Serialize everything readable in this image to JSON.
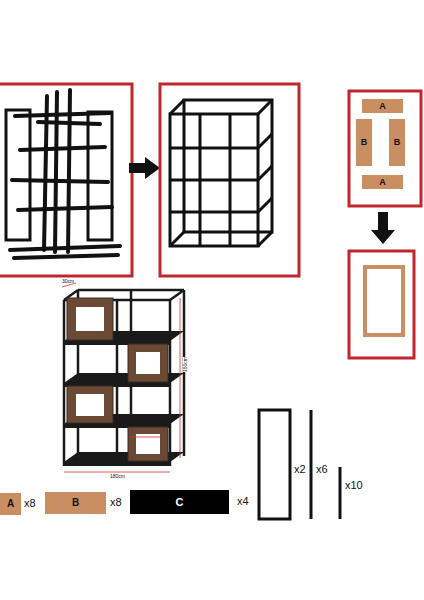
{
  "diagram": {
    "nodes": [
      {
        "text": [
          "A"
        ]
      },
      {
        "text": [
          "B"
        ]
      },
      {
        "text": [
          "B"
        ]
      },
      {
        "text": [
          "A"
        ]
      },
      {
        "text": [
          "A"
        ]
      },
      {
        "text": [
          "B"
        ]
      },
      {
        "text": [
          "C"
        ]
      }
    ],
    "edges": [],
    "labels": [
      "x8",
      "x8",
      "x4",
      "x2",
      "x6",
      "x10",
      "30cm",
      "150cm",
      "180cm"
    ]
  }
}
